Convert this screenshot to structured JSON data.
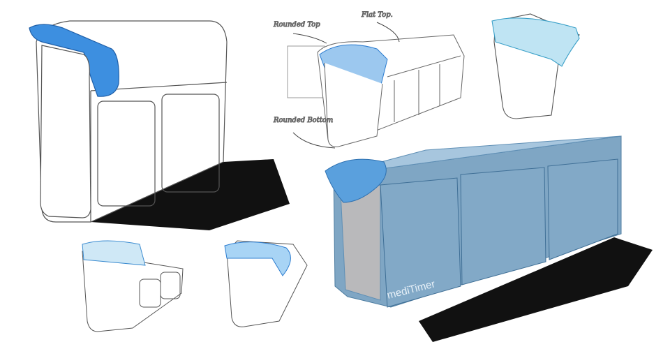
{
  "annotations": {
    "rounded_top": "Rounded Top",
    "flat_top": "Flat Top.",
    "rounded_bottom": "Rounded Bottom"
  },
  "brand": {
    "logo_text": "mediTimer"
  },
  "colors": {
    "accent_blue": "#3d8fe0",
    "box_blue": "#7fa6c4",
    "shadow": "#111111",
    "sketch_line": "#555555"
  }
}
